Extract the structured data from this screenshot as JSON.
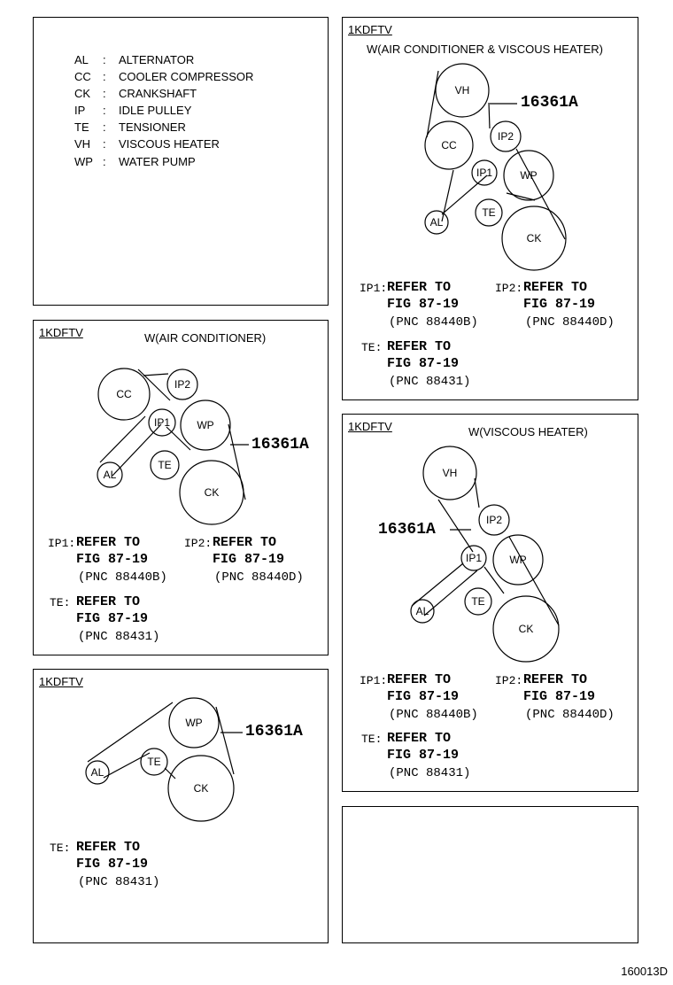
{
  "legend": [
    {
      "abbr": "AL",
      "name": "ALTERNATOR"
    },
    {
      "abbr": "CC",
      "name": "COOLER COMPRESSOR"
    },
    {
      "abbr": "CK",
      "name": "CRANKSHAFT"
    },
    {
      "abbr": "IP",
      "name": "IDLE PULLEY"
    },
    {
      "abbr": "TE",
      "name": "TENSIONER"
    },
    {
      "abbr": "VH",
      "name": "VISCOUS HEATER"
    },
    {
      "abbr": "WP",
      "name": "WATER PUMP"
    }
  ],
  "legend_colon": ":",
  "panels": {
    "ac_vh": {
      "tag": "1KDFTV",
      "heading": "W(AIR CONDITIONER & VISCOUS HEATER)",
      "part_number": "16361A",
      "pulleys": {
        "vh": "VH",
        "cc": "CC",
        "ip2": "IP2",
        "ip1": "IP1",
        "wp": "WP",
        "al": "AL",
        "te": "TE",
        "ck": "CK"
      },
      "notes": {
        "ip1": {
          "key": "IP1:",
          "refer": "REFER TO",
          "fig": "FIG 87-19",
          "pnc": "(PNC 88440B)"
        },
        "ip2": {
          "key": "IP2:",
          "refer": "REFER TO",
          "fig": "FIG 87-19",
          "pnc": "(PNC 88440D)"
        },
        "te": {
          "key": "TE:",
          "refer": "REFER TO",
          "fig": "FIG 87-19",
          "pnc": "(PNC 88431)"
        }
      }
    },
    "ac": {
      "tag": "1KDFTV",
      "heading": "W(AIR CONDITIONER)",
      "part_number": "16361A",
      "pulleys": {
        "cc": "CC",
        "ip2": "IP2",
        "ip1": "IP1",
        "wp": "WP",
        "al": "AL",
        "te": "TE",
        "ck": "CK"
      },
      "notes": {
        "ip1": {
          "key": "IP1:",
          "refer": "REFER TO",
          "fig": "FIG 87-19",
          "pnc": "(PNC 88440B)"
        },
        "ip2": {
          "key": "IP2:",
          "refer": "REFER TO",
          "fig": "FIG 87-19",
          "pnc": "(PNC 88440D)"
        },
        "te": {
          "key": "TE:",
          "refer": "REFER TO",
          "fig": "FIG 87-19",
          "pnc": "(PNC 88431)"
        }
      }
    },
    "vh": {
      "tag": "1KDFTV",
      "heading": "W(VISCOUS HEATER)",
      "part_number": "16361A",
      "pulleys": {
        "vh": "VH",
        "ip2": "IP2",
        "ip1": "IP1",
        "wp": "WP",
        "al": "AL",
        "te": "TE",
        "ck": "CK"
      },
      "notes": {
        "ip1": {
          "key": "IP1:",
          "refer": "REFER TO",
          "fig": "FIG 87-19",
          "pnc": "(PNC 88440B)"
        },
        "ip2": {
          "key": "IP2:",
          "refer": "REFER TO",
          "fig": "FIG 87-19",
          "pnc": "(PNC 88440D)"
        },
        "te": {
          "key": "TE:",
          "refer": "REFER TO",
          "fig": "FIG 87-19",
          "pnc": "(PNC 88431)"
        }
      }
    },
    "base": {
      "tag": "1KDFTV",
      "part_number": "16361A",
      "pulleys": {
        "wp": "WP",
        "al": "AL",
        "te": "TE",
        "ck": "CK"
      },
      "notes": {
        "te": {
          "key": "TE:",
          "refer": "REFER TO",
          "fig": "FIG 87-19",
          "pnc": "(PNC 88431)"
        }
      }
    }
  },
  "page_code": "160013D"
}
